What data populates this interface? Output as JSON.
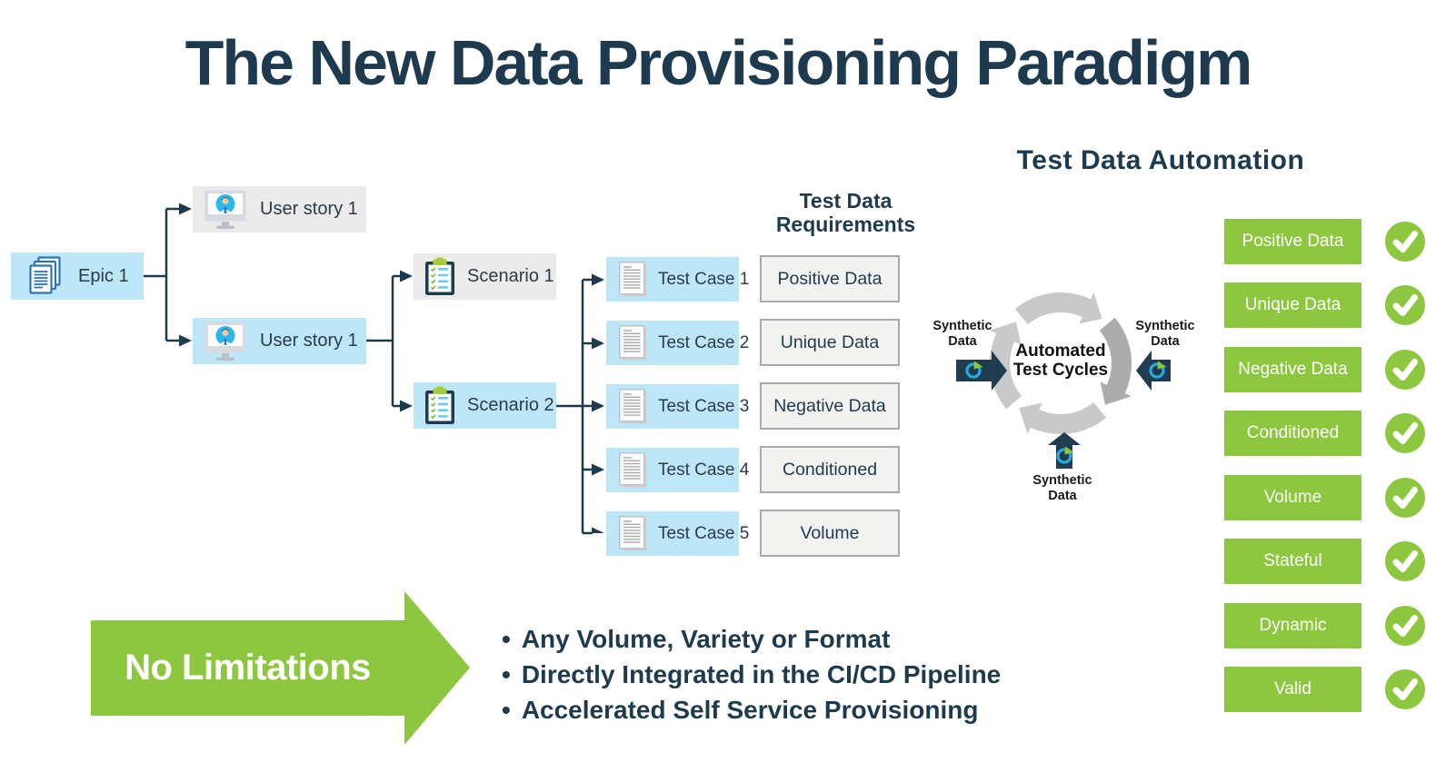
{
  "title": "The New Data Provisioning Paradigm",
  "flow": {
    "epic_label": "Epic 1",
    "user_story_1_label": "User story 1",
    "user_story_2_label": "User story 1",
    "scenario_1_label": "Scenario 1",
    "scenario_2_label": "Scenario 2",
    "test_cases": [
      "Test Case 1",
      "Test Case 2",
      "Test Case 3",
      "Test Case 4",
      "Test Case 5"
    ]
  },
  "requirements": {
    "header_line1": "Test Data",
    "header_line2": "Requirements",
    "items": [
      "Positive Data",
      "Unique Data",
      "Negative Data",
      "Conditioned",
      "Volume"
    ]
  },
  "automation": {
    "header": "Test Data Automation",
    "cycle_line1": "Automated",
    "cycle_line2": "Test Cycles",
    "synthetic_line1": "Synthetic",
    "synthetic_line2": "Data",
    "capabilities": [
      "Positive Data",
      "Unique Data",
      "Negative Data",
      "Conditioned",
      "Volume",
      "Stateful",
      "Dynamic",
      "Valid"
    ]
  },
  "bottom": {
    "arrow_label": "No Limitations",
    "bullet_char": "•",
    "bullets": [
      "Any Volume, Variety or Format",
      "Directly Integrated in the CI/CD Pipeline",
      "Accelerated Self Service Provisioning"
    ]
  },
  "colors": {
    "navy": "#1E3A4D",
    "light_blue": "#BDE7F8",
    "light_gray": "#EBEBEB",
    "requirement_box_bg": "#F2F2F1",
    "green": "#8DC63F",
    "cycle_arc_light": "#C9C9C9",
    "cycle_arc_dark": "#ACACAC",
    "icon_blue": "#2E74B5",
    "avatar_blue": "#29B8EC"
  }
}
